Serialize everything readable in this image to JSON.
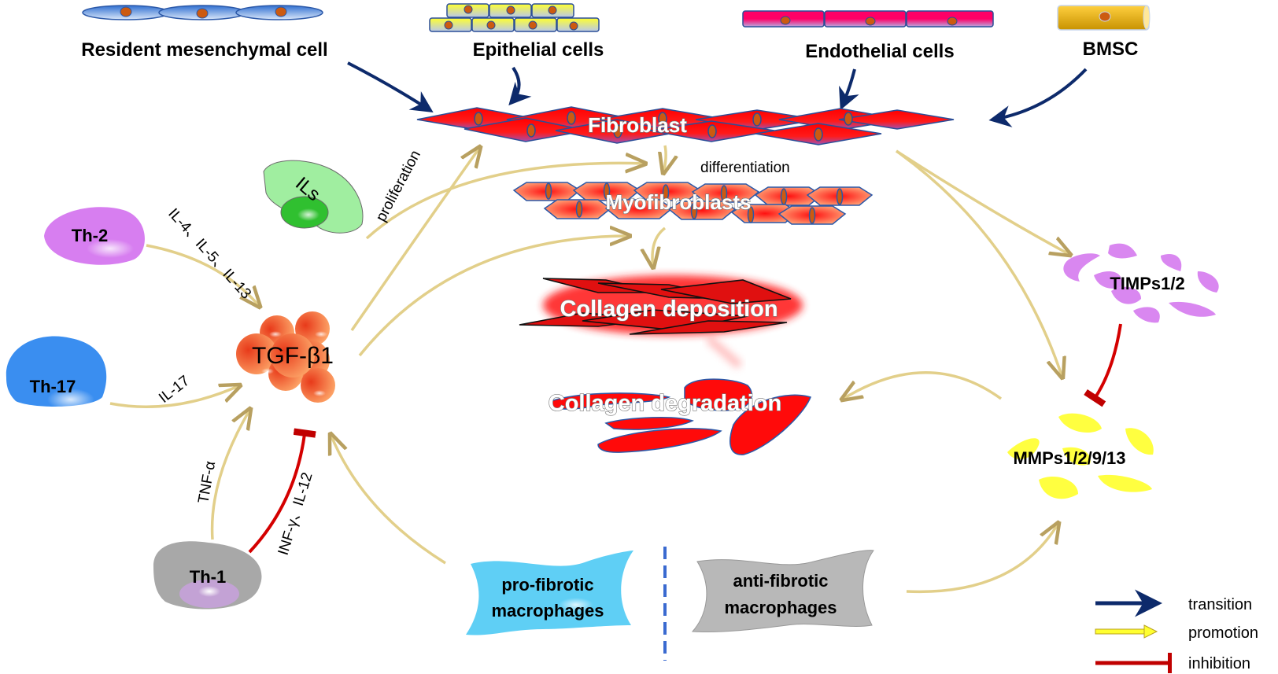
{
  "title": "Cellular sources of fibroblasts and regulation of collagen deposition/degradation in fibrosis",
  "colors": {
    "transition": "#0d2a6b",
    "promotion": "#e8d38a",
    "inhibition": "#d40000",
    "fibroblast": "#ff1a1a",
    "th2": "#d77ef0",
    "th17": "#3a8ef0",
    "th1": "#a8a8a8",
    "ils": "#7fe07f",
    "tgf": "#f07a3a",
    "timps": "#d987f0",
    "mmps": "#ffff40",
    "pro_macrophage": "#5fcff5",
    "anti_macrophage": "#b8b8b8"
  },
  "sources": {
    "resident": "Resident mesenchymal cell",
    "epithelial": "Epithelial cells",
    "endothelial": "Endothelial cells",
    "bmsc": "BMSC"
  },
  "nodes": {
    "fibroblast": "Fibroblast",
    "myofibroblasts": "Myofibroblasts",
    "collagen_deposition": "Collagen deposition",
    "collagen_degradation": "Collagen degradation",
    "tgf": "TGF-β1",
    "ils": "ILs",
    "th2": "Th-2",
    "th17": "Th-17",
    "th1": "Th-1",
    "timps": "TIMPs1/2",
    "mmps": "MMPs1/2/9/13",
    "pro_macrophage_line1": "pro-fibrotic",
    "pro_macrophage_line2": "macrophages",
    "anti_macrophage_line1": "anti-fibrotic",
    "anti_macrophage_line2": "macrophages"
  },
  "edge_labels": {
    "proliferation": "proliferation",
    "differentiation": "differentiation",
    "th2_cytokines": "IL-4、IL-5、IL-13",
    "th17_cytokine": "IL-17",
    "th1_promote": "TNF-α",
    "th1_inhibit": "INF-γ、IL-12"
  },
  "legend": {
    "items": [
      {
        "label": "transition",
        "type": "arrow-dark"
      },
      {
        "label": "promotion",
        "type": "arrow-yellow"
      },
      {
        "label": "inhibition",
        "type": "tee-red"
      }
    ]
  }
}
